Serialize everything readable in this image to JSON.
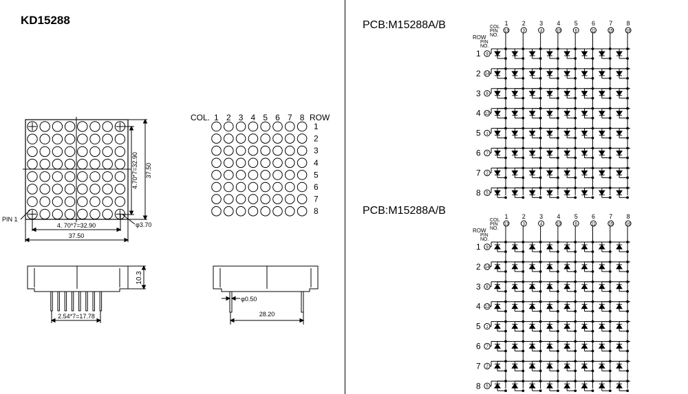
{
  "title": "KD15288",
  "pcb_top": {
    "label": "PCB:M15288A/B"
  },
  "pcb_bottom": {
    "label": "PCB:M15288A/B"
  },
  "front_view": {
    "pin1_label": "PIN 1",
    "dim_inner_width": "4. 70*7=32.90",
    "dim_outer_width": "37.50",
    "dim_inner_height": "4.70*7=32.90",
    "dim_outer_height": "37.50",
    "dot_diameter": "φ3.70"
  },
  "pin_view": {
    "col_header": "COL.",
    "row_header": "ROW",
    "columns": [
      "1",
      "2",
      "3",
      "4",
      "5",
      "6",
      "7",
      "8"
    ],
    "rows": [
      "1",
      "2",
      "3",
      "4",
      "5",
      "6",
      "7",
      "8"
    ]
  },
  "side_view": {
    "height": "10.3",
    "pin_pitch": "2.54*7=17.78"
  },
  "end_view": {
    "pin_diameter": "φ0.50",
    "width": "28.20"
  },
  "schematic": {
    "col_label": "COL",
    "pin_label": "PIN",
    "no_label": "NO.",
    "row_label": "ROW",
    "columns": [
      "1",
      "2",
      "3",
      "4",
      "5",
      "6",
      "7",
      "8"
    ],
    "col_pins": [
      "13",
      "3",
      "4",
      "10",
      "6",
      "11",
      "15",
      "16"
    ],
    "rows": [
      "1",
      "2",
      "3",
      "4",
      "5",
      "6",
      "7",
      "8"
    ],
    "row_pins": [
      "9",
      "14",
      "8",
      "12",
      "1",
      "7",
      "2",
      "5"
    ]
  }
}
